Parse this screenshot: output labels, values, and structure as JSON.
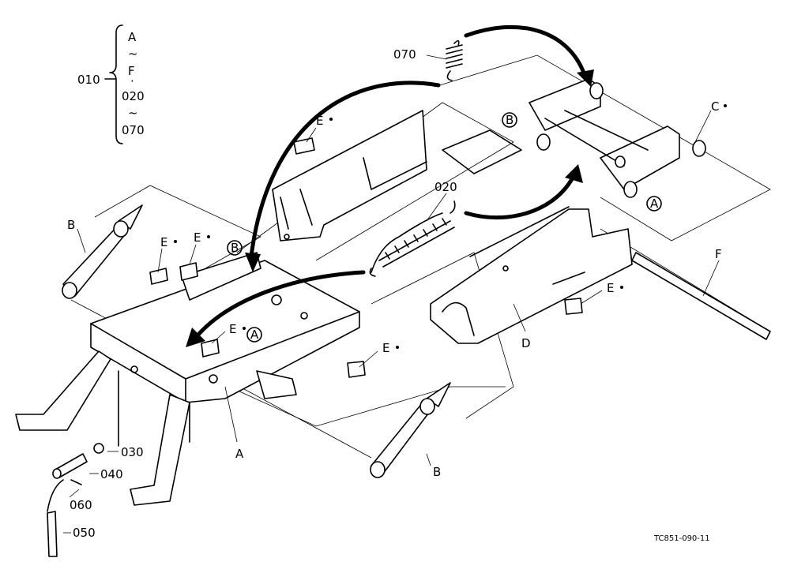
{
  "drawing_code": "TC851-090-11",
  "callouts": {
    "p010": "010",
    "p020": "020",
    "p030": "030",
    "p040": "040",
    "p050": "050",
    "p060": "060",
    "p070": "070",
    "A": "A",
    "B": "B",
    "C": "C",
    "D": "D",
    "E": "E",
    "F": "F"
  },
  "kit_list": [
    "A",
    "~",
    "F",
    "·",
    "020",
    "~",
    "070"
  ]
}
